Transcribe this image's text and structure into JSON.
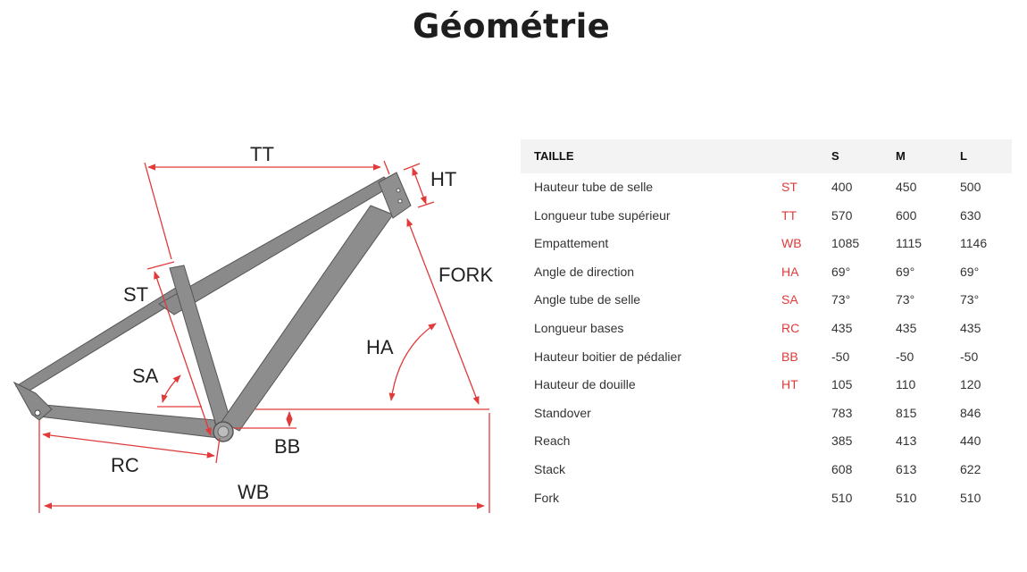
{
  "page": {
    "title": "Géométrie"
  },
  "colors": {
    "accent": "#e03a3a",
    "frame": "#808080",
    "header_bg": "#f3f3f3"
  },
  "diagram": {
    "labels": {
      "tt": "TT",
      "ht": "HT",
      "st": "ST",
      "fork": "FORK",
      "ha": "HA",
      "sa": "SA",
      "bb": "BB",
      "rc": "RC",
      "wb": "WB"
    }
  },
  "table": {
    "headers": {
      "label": "TAILLE",
      "code": "",
      "s": "S",
      "m": "M",
      "l": "L"
    },
    "rows": [
      {
        "label": "Hauteur tube de selle",
        "code": "ST",
        "s": "400",
        "m": "450",
        "l": "500"
      },
      {
        "label": "Longueur tube supérieur",
        "code": "TT",
        "s": "570",
        "m": "600",
        "l": "630"
      },
      {
        "label": "Empattement",
        "code": "WB",
        "s": "1085",
        "m": "1115",
        "l": "1146"
      },
      {
        "label": "Angle de direction",
        "code": "HA",
        "s": "69°",
        "m": "69°",
        "l": "69°"
      },
      {
        "label": "Angle tube de selle",
        "code": "SA",
        "s": "73°",
        "m": "73°",
        "l": "73°"
      },
      {
        "label": "Longueur bases",
        "code": "RC",
        "s": "435",
        "m": "435",
        "l": "435"
      },
      {
        "label": "Hauteur boitier de pédalier",
        "code": "BB",
        "s": "-50",
        "m": "-50",
        "l": "-50"
      },
      {
        "label": "Hauteur de douille",
        "code": "HT",
        "s": "105",
        "m": "110",
        "l": "120"
      },
      {
        "label": "Standover",
        "code": "",
        "s": "783",
        "m": "815",
        "l": "846"
      },
      {
        "label": "Reach",
        "code": "",
        "s": "385",
        "m": "413",
        "l": "440"
      },
      {
        "label": "Stack",
        "code": "",
        "s": "608",
        "m": "613",
        "l": "622"
      },
      {
        "label": "Fork",
        "code": "",
        "s": "510",
        "m": "510",
        "l": "510"
      }
    ]
  }
}
